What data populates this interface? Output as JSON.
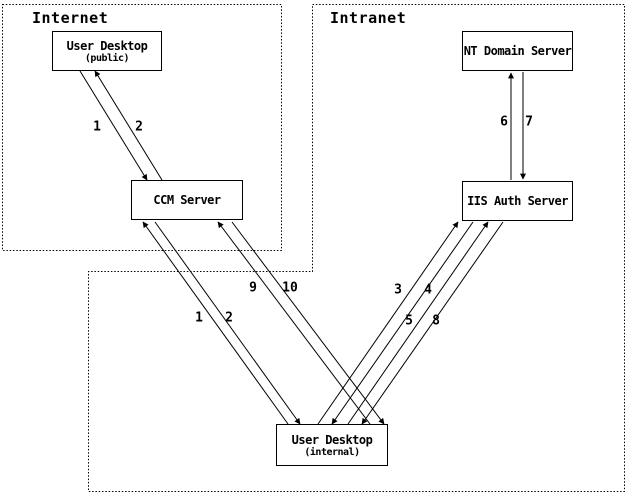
{
  "diagram": {
    "colors": {
      "line": "#000000",
      "background": "#ffffff"
    },
    "regions": [
      {
        "id": "internet",
        "label": "Internet"
      },
      {
        "id": "intranet",
        "label": "Intranet"
      }
    ],
    "nodes": [
      {
        "id": "user-desktop-public",
        "label": "User Desktop",
        "sublabel": "(public)"
      },
      {
        "id": "ccm-server",
        "label": "CCM Server"
      },
      {
        "id": "nt-domain-server",
        "label": "NT Domain Server"
      },
      {
        "id": "iis-auth-server",
        "label": "IIS Auth Server"
      },
      {
        "id": "user-desktop-internal",
        "label": "User Desktop",
        "sublabel": "(internal)"
      }
    ],
    "edges": [
      {
        "label": "1",
        "from": "user-desktop-public",
        "to": "ccm-server"
      },
      {
        "label": "2",
        "from": "ccm-server",
        "to": "user-desktop-public"
      },
      {
        "label": "1",
        "from": "user-desktop-internal",
        "to": "ccm-server"
      },
      {
        "label": "2",
        "from": "ccm-server",
        "to": "user-desktop-internal"
      },
      {
        "label": "9",
        "from": "user-desktop-internal",
        "to": "ccm-server"
      },
      {
        "label": "10",
        "from": "ccm-server",
        "to": "user-desktop-internal"
      },
      {
        "label": "3",
        "from": "user-desktop-internal",
        "to": "iis-auth-server"
      },
      {
        "label": "4",
        "from": "iis-auth-server",
        "to": "user-desktop-internal"
      },
      {
        "label": "5",
        "from": "user-desktop-internal",
        "to": "iis-auth-server"
      },
      {
        "label": "8",
        "from": "iis-auth-server",
        "to": "user-desktop-internal"
      },
      {
        "label": "6",
        "from": "iis-auth-server",
        "to": "nt-domain-server"
      },
      {
        "label": "7",
        "from": "nt-domain-server",
        "to": "iis-auth-server"
      }
    ]
  }
}
